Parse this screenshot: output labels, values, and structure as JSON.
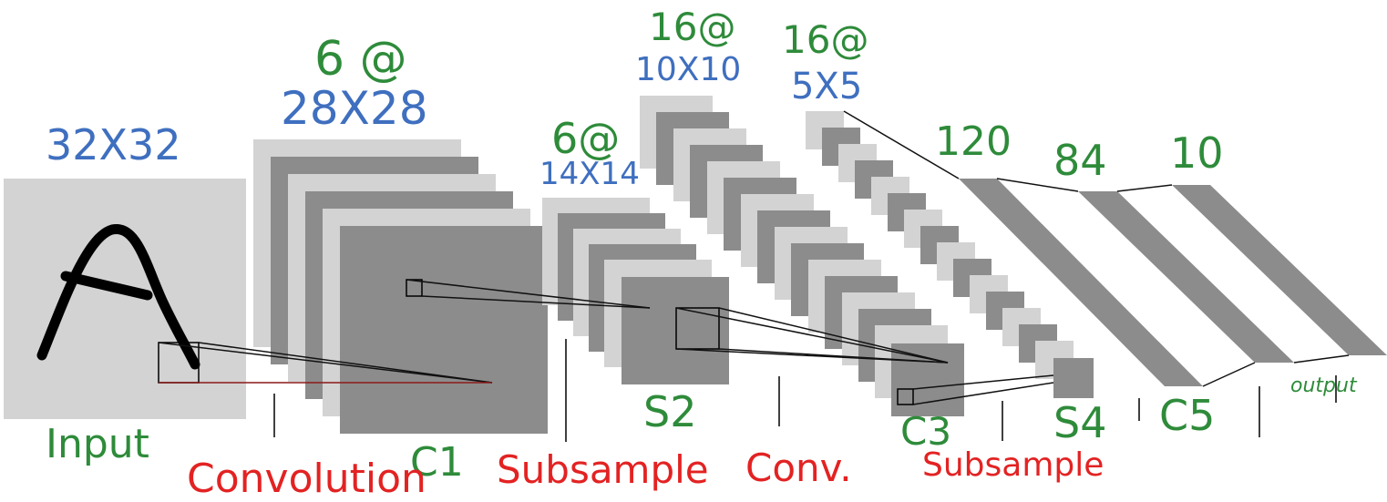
{
  "colors": {
    "layer_light": "#d3d3d3",
    "layer_dark": "#8c8c8c",
    "size_label": "#3f6fbf",
    "name_label": "#2e8b3a",
    "operation_label": "#e32222",
    "line": "#111111"
  },
  "layers": {
    "input": {
      "size": "32X32",
      "name": "Input"
    },
    "c1": {
      "count": "6 @",
      "size": "28X28",
      "name": "C1"
    },
    "s2": {
      "count": "6@",
      "size": "14X14",
      "name": "S2"
    },
    "c3": {
      "count": "16@",
      "size": "10X10",
      "name": "C3"
    },
    "s4": {
      "count": "16@",
      "size": "5X5",
      "name": "S4"
    },
    "c5": {
      "units": "120",
      "name": "C5"
    },
    "f6": {
      "units": "84"
    },
    "output": {
      "units": "10",
      "name": "output"
    }
  },
  "operations": [
    "Convolution",
    "Subsample",
    "Conv.",
    "Subsample"
  ]
}
